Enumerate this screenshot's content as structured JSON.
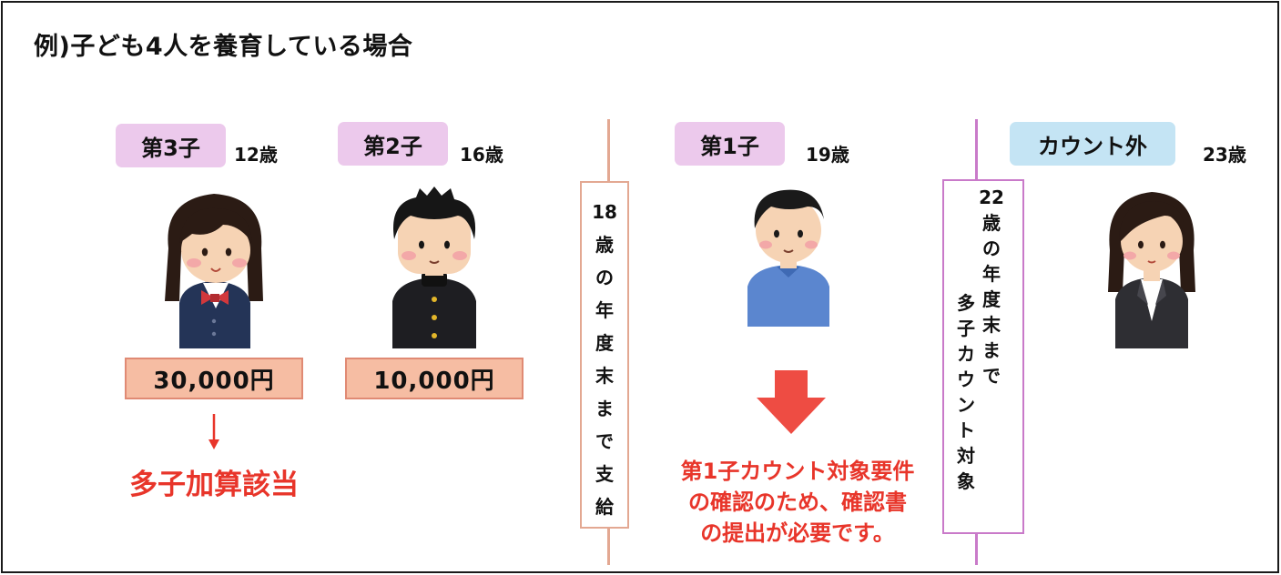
{
  "title": "例)子ども4人を養育している場合",
  "children": [
    {
      "tag": "第3子",
      "age": "12歳",
      "amount": "30,000円"
    },
    {
      "tag": "第2子",
      "age": "16歳",
      "amount": "10,000円"
    },
    {
      "tag": "第1子",
      "age": "19歳"
    },
    {
      "tag": "カウント外",
      "age": "23歳"
    }
  ],
  "note_multi": "多子加算該当",
  "divider18": {
    "chars": [
      "18",
      "歳",
      "の",
      "年",
      "度",
      "末",
      "ま",
      "で",
      "支",
      "給"
    ]
  },
  "divider22": {
    "col_right": [
      "22",
      "歳",
      "の",
      "年",
      "度",
      "末",
      "ま",
      "で"
    ],
    "col_left": [
      "多",
      "子",
      "カ",
      "ウ",
      "ン",
      "ト",
      "対",
      "象"
    ]
  },
  "note_first": [
    "第1子カウント対象要件",
    "の確認のため、確認書",
    "の提出が必要です。"
  ],
  "colors": {
    "pink_tag": "#ecc9ec",
    "blue_tag": "#c4e4f4",
    "amount": "#f6bda3",
    "arrow": "#ee4c43",
    "note": "#e8352a",
    "line18": "#e3a892",
    "line22": "#c97ac9"
  }
}
